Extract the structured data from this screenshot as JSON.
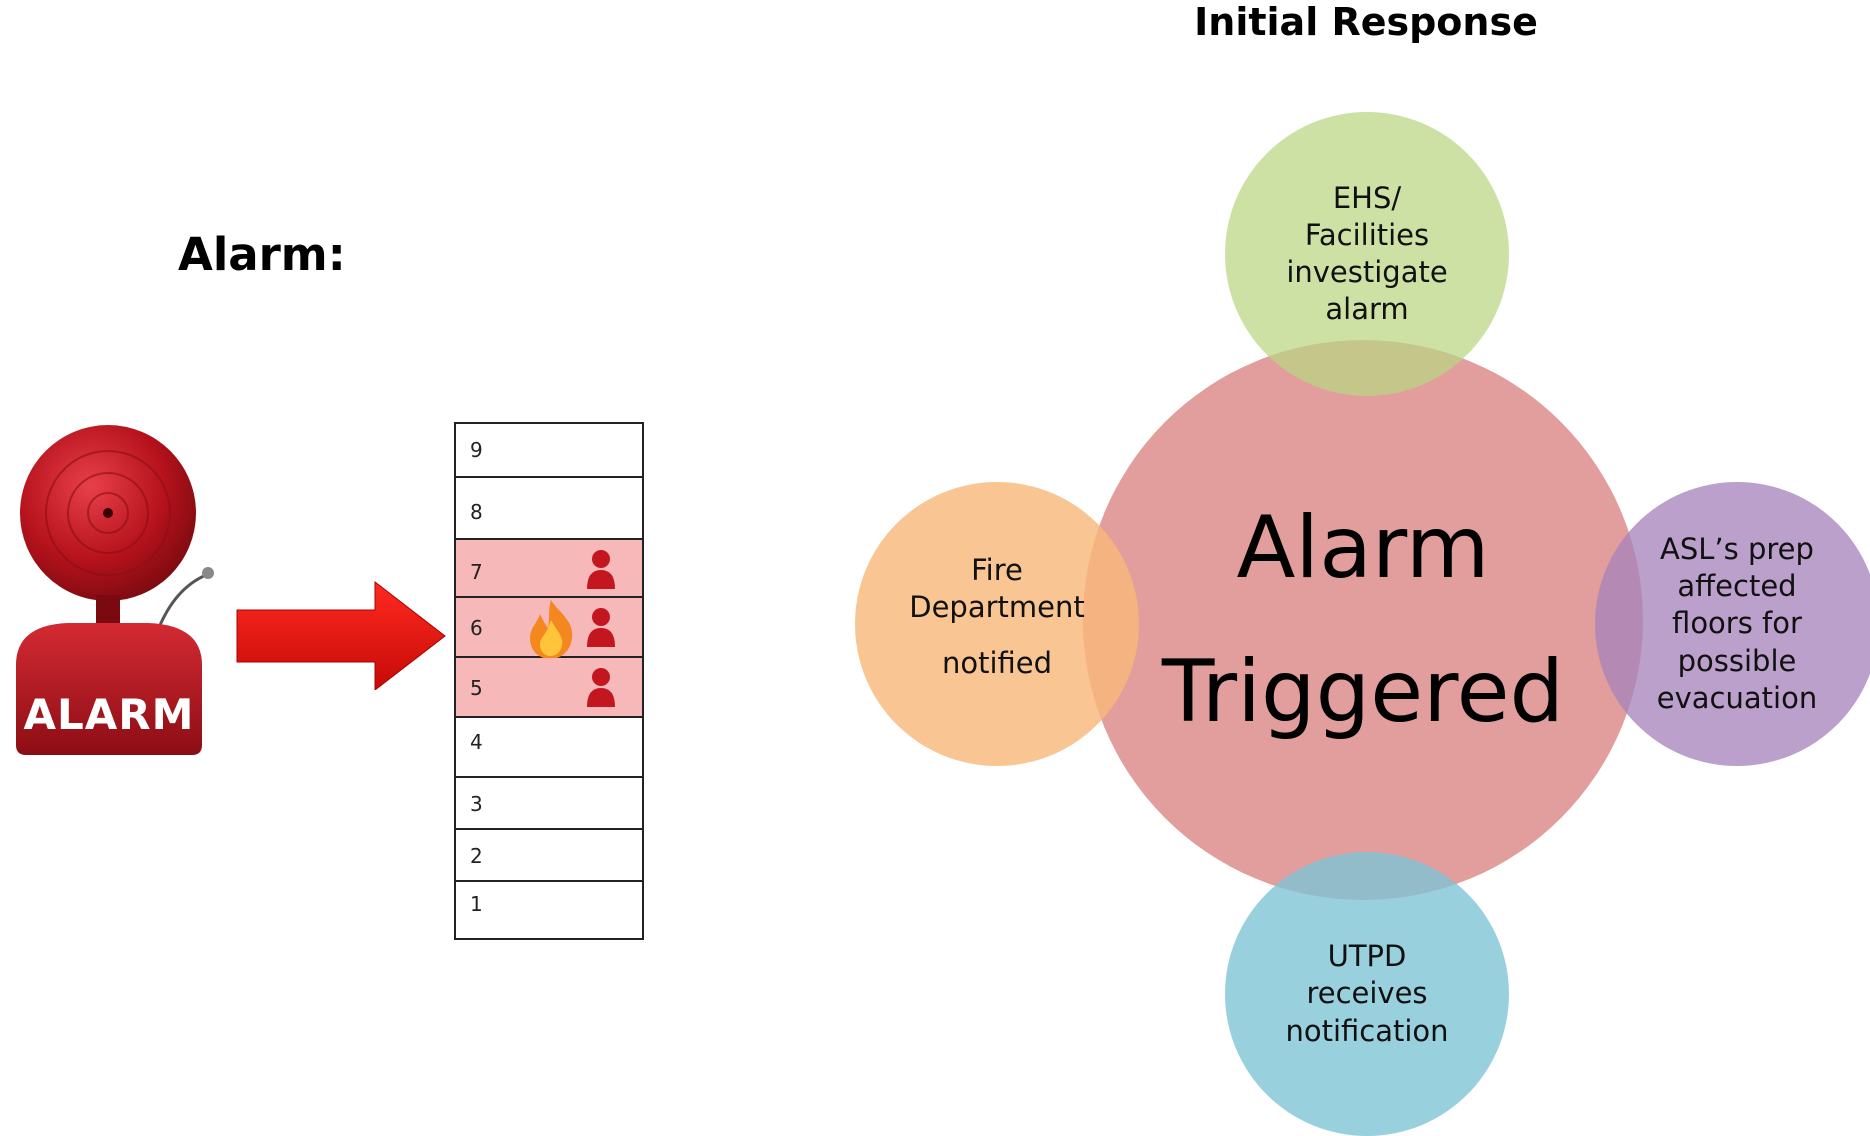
{
  "headings": {
    "initial_response": "Initial Response",
    "alarm": "Alarm:"
  },
  "alarm_bell": {
    "label": "ALARM"
  },
  "building": {
    "floors": [
      "9",
      "8",
      "7",
      "6",
      "5",
      "4",
      "3",
      "2",
      "1"
    ],
    "affected_floors": [
      "7",
      "6",
      "5"
    ],
    "fire_floor": "6"
  },
  "diagram": {
    "center": "Alarm\nTriggered",
    "top": "EHS/\nFacilities\ninvestigate\nalarm",
    "left_line1": "Fire\nDepartment",
    "left_line2": "notified",
    "right": "ASL’s prep\naffected\nfloors for\npossible\nevacuation",
    "bottom": "UTPD\nreceives\nnotification"
  },
  "colors": {
    "center": "#d46e6e",
    "top": "#bad682",
    "left": "#f8b87a",
    "right": "#a685bc",
    "bottom": "#80c4d6",
    "alarm_red": "#c0121c",
    "affected_floor_fill": "#f6b8b8"
  }
}
